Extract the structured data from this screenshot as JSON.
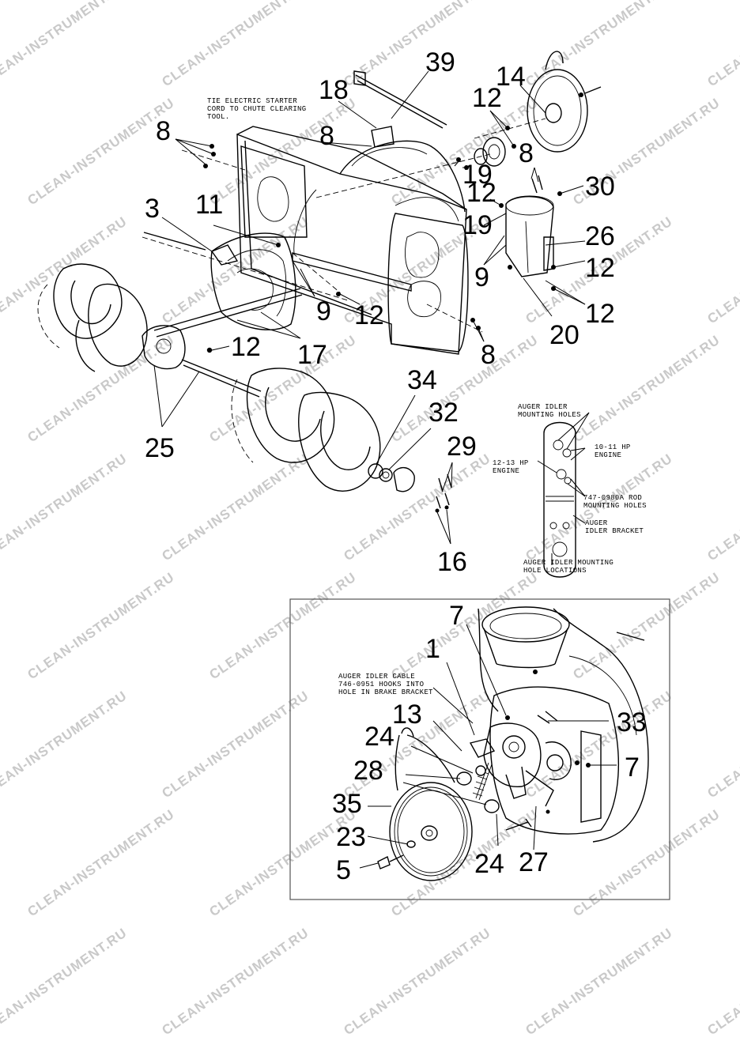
{
  "watermark": "CLEAN-INSTRUMENT.RU",
  "callouts": [
    {
      "id": "c39",
      "text": "39"
    },
    {
      "id": "c18",
      "text": "18"
    },
    {
      "id": "c14",
      "text": "14"
    },
    {
      "id": "c12a",
      "text": "12"
    },
    {
      "id": "c8a",
      "text": "8"
    },
    {
      "id": "c8b",
      "text": "8"
    },
    {
      "id": "c19a",
      "text": "19"
    },
    {
      "id": "c8c",
      "text": "8"
    },
    {
      "id": "c30",
      "text": "30"
    },
    {
      "id": "c3",
      "text": "3"
    },
    {
      "id": "c11",
      "text": "11"
    },
    {
      "id": "c12b",
      "text": "12"
    },
    {
      "id": "c19b",
      "text": "19"
    },
    {
      "id": "c26",
      "text": "26"
    },
    {
      "id": "c12c",
      "text": "12"
    },
    {
      "id": "c9a",
      "text": "9"
    },
    {
      "id": "c9b",
      "text": "9"
    },
    {
      "id": "c12d",
      "text": "12"
    },
    {
      "id": "c12e",
      "text": "12"
    },
    {
      "id": "c20",
      "text": "20"
    },
    {
      "id": "c12f",
      "text": "12"
    },
    {
      "id": "c17",
      "text": "17"
    },
    {
      "id": "c8d",
      "text": "8"
    },
    {
      "id": "c34",
      "text": "34"
    },
    {
      "id": "c32",
      "text": "32"
    },
    {
      "id": "c29",
      "text": "29"
    },
    {
      "id": "c25",
      "text": "25"
    },
    {
      "id": "c16",
      "text": "16"
    },
    {
      "id": "c7a",
      "text": "7"
    },
    {
      "id": "c1",
      "text": "1"
    },
    {
      "id": "c13",
      "text": "13"
    },
    {
      "id": "c33",
      "text": "33"
    },
    {
      "id": "c24a",
      "text": "24"
    },
    {
      "id": "c7b",
      "text": "7"
    },
    {
      "id": "c28",
      "text": "28"
    },
    {
      "id": "c35",
      "text": "35"
    },
    {
      "id": "c23",
      "text": "23"
    },
    {
      "id": "c24b",
      "text": "24"
    },
    {
      "id": "c27",
      "text": "27"
    },
    {
      "id": "c5",
      "text": "5"
    }
  ],
  "notes": {
    "starter_cord": [
      "TIE ELECTRIC STARTER",
      "CORD TO CHUTE CLEARING",
      "TOOL."
    ],
    "idler_mounting_holes": [
      "AUGER IDLER",
      "MOUNTING HOLES"
    ],
    "engine_10_11": [
      "10-11 HP",
      "ENGINE"
    ],
    "engine_12_13": [
      "12-13 HP",
      "ENGINE"
    ],
    "rod_mounting_holes": [
      "747-0980A ROD",
      "MOUNTING HOLES"
    ],
    "idler_bracket": [
      "AUGER",
      "IDLER BRACKET"
    ],
    "hole_locations": [
      "AUGER IDLER MOUNTING",
      "HOLE LOCATIONS"
    ],
    "idler_cable": [
      "AUGER IDLER CABLE",
      "746-0951 HOOKS INTO",
      "HOLE IN BRAKE BRACKET"
    ]
  }
}
